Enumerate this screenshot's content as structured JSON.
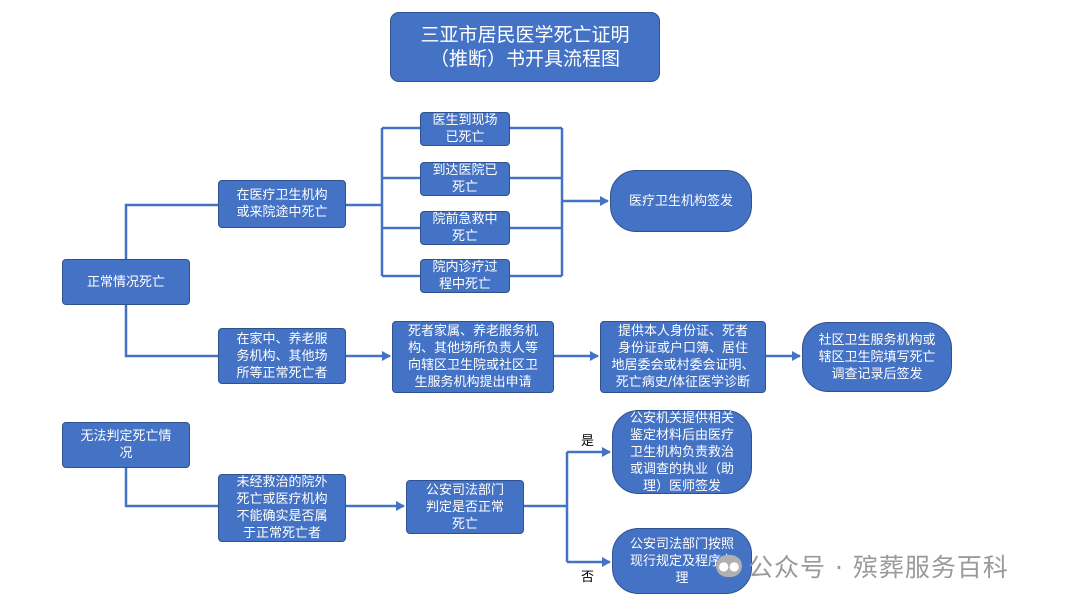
{
  "title": "三亚市居民医学死亡证明\n（推断）书开具流程图",
  "nodes": {
    "normal_death": "正常情况死亡",
    "hospital_death": "在医疗卫生机构\n或来院途中死亡",
    "doctor_on_site": "医生到现场\n已死亡",
    "dead_on_arrival": "到达医院已\n死亡",
    "pre_hospital": "院前急救中\n死亡",
    "during_treatment": "院内诊疗过\n程中死亡",
    "institution_signs": "医疗卫生机构签发",
    "home_death": "在家中、养老服\n务机构、其他场\n所等正常死亡者",
    "family_apply": "死者家属、养老服务机\n构、其他场所负责人等\n向辖区卫生院或社区卫\n生服务机构提出申请",
    "provide_docs": "提供本人身份证、死者\n身份证或户口簿、居住\n地居委会或村委会证明、\n死亡病史/体征医学诊断",
    "community_signs": "社区卫生服务机构或\n辖区卫生院填写死亡\n调查记录后签发",
    "undetermined": "无法判定死亡情\n况",
    "untreated_death": "未经救治的院外\n死亡或医疗机构\n不能确实是否属\n于正常死亡者",
    "police_judge": "公安司法部门\n判定是否正常\n死亡",
    "yes_branch": "公安机关提供相关\n鉴定材料后由医疗\n卫生机构负责救治\n或调查的执业（助\n理）医师签发",
    "no_branch": "公安司法部门按照\n现行规定及程序办\n理"
  },
  "labels": {
    "yes": "是",
    "no": "否"
  },
  "watermark": {
    "icon": "wechat-icon",
    "text": "公众号 · 殡葬服务百科"
  },
  "colors": {
    "box_fill": "#4472c4",
    "box_border": "#2f528f",
    "line": "#4472c4",
    "text": "#ffffff"
  }
}
